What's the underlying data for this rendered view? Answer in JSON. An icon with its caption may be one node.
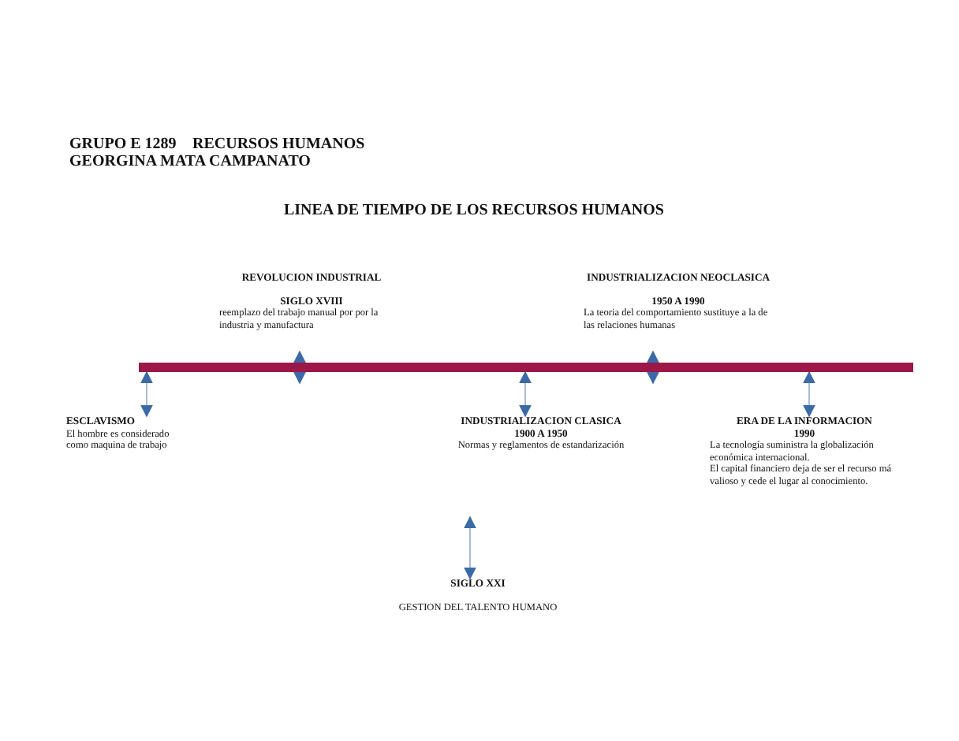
{
  "diagram": {
    "title": "LINEA DE TIEMPO DE LOS RECURSOS HUMANOS",
    "nodes": [
      {
        "text": [],
        "shape": "bar"
      },
      {
        "text": [
          "ESCLAVISMO",
          "El hombre es considerado como maquina de trabajo"
        ]
      },
      {
        "text": [
          "REVOLUCION INDUSTRIAL",
          "SIGLO XVIII",
          "reemplazo del trabajo manual por por la industria y manufactura"
        ]
      },
      {
        "text": [
          "INDUSTRIALIZACION CLASICA",
          "1900 A 1950",
          "Normas y reglamentos de estandarización"
        ]
      },
      {
        "text": [
          "INDUSTRIALIZACION NEOCLASICA",
          "1950  A 1990",
          "La teoria del comportamiento sustituye a la de las relaciones humanas"
        ]
      },
      {
        "text": [
          "ERA DE LA INFORMACION",
          "1990",
          "La tecnología suministra la globalización económica internacional.",
          "El capital financiero deja de ser el recurso má valioso y cede el lugar  al conocimiento."
        ]
      },
      {
        "text": [
          "SIGLO XXI",
          "GESTION DEL TALENTO HUMANO"
        ]
      }
    ],
    "edges": [
      {
        "from": 0,
        "to": 1,
        "arrow": "both"
      },
      {
        "from": 2,
        "to": 0,
        "arrow": "both"
      },
      {
        "from": 0,
        "to": 3,
        "arrow": "both"
      },
      {
        "from": 4,
        "to": 0,
        "arrow": "both"
      },
      {
        "from": 0,
        "to": 5,
        "arrow": "both"
      },
      {
        "from": null,
        "to": 6,
        "arrow": "both"
      }
    ],
    "labels": [
      "GRUPO E 1289",
      "RECURSOS HUMANOS",
      "GEORGINA MATA CAMPANATO"
    ]
  }
}
